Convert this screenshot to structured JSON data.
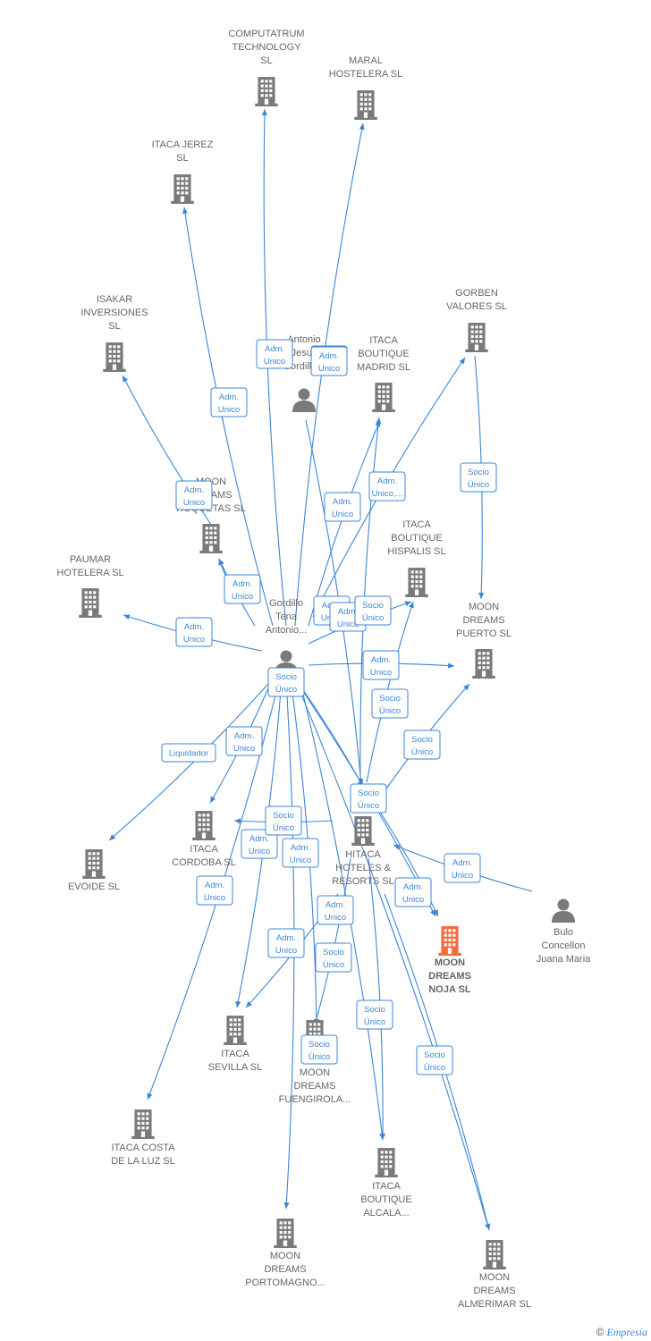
{
  "colors": {
    "company": "#7a7a7a",
    "focus": "#f26c3c",
    "person": "#7a7a7a",
    "edge": "#3d86d6"
  },
  "nodes": [
    {
      "id": "computatrum",
      "type": "company",
      "lines": [
        "COMPUTATRUM",
        "TECHNOLOGY",
        "SL"
      ]
    },
    {
      "id": "maral",
      "type": "company",
      "lines": [
        "MARAL",
        "HOSTELERA SL"
      ]
    },
    {
      "id": "itaca_jerez",
      "type": "company",
      "lines": [
        "ITACA JEREZ",
        "SL"
      ]
    },
    {
      "id": "isakar",
      "type": "company",
      "lines": [
        "ISAKAR",
        "INVERSIONES",
        "SL"
      ]
    },
    {
      "id": "antonio_top",
      "type": "person",
      "lines": [
        "Antonio",
        "Jesus",
        "Gordillo..."
      ]
    },
    {
      "id": "itaca_madrid",
      "type": "company",
      "lines": [
        "ITACA",
        "BOUTIQUE",
        "MADRID SL"
      ]
    },
    {
      "id": "gorben",
      "type": "company",
      "lines": [
        "GORBEN",
        "VALORES SL"
      ]
    },
    {
      "id": "moon_roquetas",
      "type": "company",
      "lines": [
        "MOON",
        "DREAMS",
        "ROQUETAS SL"
      ]
    },
    {
      "id": "itaca_hispalis",
      "type": "company",
      "lines": [
        "ITACA",
        "BOUTIQUE",
        "HISPALIS SL"
      ]
    },
    {
      "id": "paumar",
      "type": "company",
      "lines": [
        "PAUMAR",
        "HOTELERA SL"
      ]
    },
    {
      "id": "moon_puerto",
      "type": "company",
      "lines": [
        "MOON",
        "DREAMS",
        "PUERTO SL"
      ]
    },
    {
      "id": "gordillo",
      "type": "person",
      "lines": [
        "Gordillo",
        "Tena",
        "Antonio..."
      ]
    },
    {
      "id": "evoide",
      "type": "company",
      "lines": [
        "EVOIDE SL"
      ]
    },
    {
      "id": "itaca_cordoba",
      "type": "company",
      "lines": [
        "ITACA",
        "CORDOBA SL"
      ]
    },
    {
      "id": "hitaca",
      "type": "company",
      "lines": [
        "HITACA",
        "HOTELES &",
        "RESORTS SL"
      ]
    },
    {
      "id": "bulo",
      "type": "person",
      "lines": [
        "Bulo",
        "Concellon",
        "Juana Maria"
      ]
    },
    {
      "id": "moon_noja",
      "type": "focus",
      "lines": [
        "MOON",
        "DREAMS",
        "NOJA SL"
      ]
    },
    {
      "id": "itaca_sevilla",
      "type": "company",
      "lines": [
        "ITACA",
        "SEVILLA SL"
      ]
    },
    {
      "id": "moon_fuengirola",
      "type": "company",
      "lines": [
        "MOON",
        "DREAMS",
        "FUENGIROLA..."
      ]
    },
    {
      "id": "itaca_costa",
      "type": "company",
      "lines": [
        "ITACA COSTA",
        "DE LA LUZ SL"
      ]
    },
    {
      "id": "itaca_alcala",
      "type": "company",
      "lines": [
        "ITACA",
        "BOUTIQUE",
        "ALCALA..."
      ]
    },
    {
      "id": "moon_portomagno",
      "type": "company",
      "lines": [
        "MOON",
        "DREAMS",
        "PORTOMAGNO..."
      ]
    },
    {
      "id": "moon_almerimar",
      "type": "company",
      "lines": [
        "MOON",
        "DREAMS",
        "ALMERIMAR SL"
      ]
    }
  ],
  "relations": [
    {
      "from": "gordillo",
      "to": "computatrum",
      "lines": [
        "Adm.",
        "Unico"
      ]
    },
    {
      "from": "gordillo",
      "to": "maral",
      "lines": [
        "Adm.",
        "Unico"
      ]
    },
    {
      "from": "gordillo",
      "to": "itaca_jerez",
      "lines": [
        "Adm.",
        "Unico"
      ]
    },
    {
      "from": "gordillo",
      "to": "isakar",
      "lines": [
        "Adm.",
        "Unico"
      ]
    },
    {
      "from": "gordillo",
      "to": "itaca_madrid",
      "lines": [
        "Adm.",
        "Unico"
      ]
    },
    {
      "from": "gordillo",
      "to": "gorben",
      "lines": [
        "Adm.",
        "Unico,..."
      ]
    },
    {
      "from": "gordillo",
      "to": "moon_roquetas",
      "lines": [
        "Adm.",
        "Unico"
      ]
    },
    {
      "from": "gordillo",
      "to": "paumar",
      "lines": [
        "Adm.",
        "Unico"
      ]
    },
    {
      "from": "gordillo",
      "to": "itaca_hispalis",
      "lines": [
        "Adm.",
        "Unico"
      ]
    },
    {
      "from": "gordillo",
      "to": "moon_puerto",
      "lines": [
        "Adm.",
        "Unico"
      ]
    },
    {
      "from": "gordillo",
      "to": "hitaca",
      "lines": [
        "Socio",
        "Único"
      ]
    },
    {
      "from": "gordillo",
      "to": "evoide",
      "lines": [
        "Liquidador"
      ]
    },
    {
      "from": "gordillo",
      "to": "itaca_cordoba",
      "lines": [
        "Adm.",
        "Unico"
      ]
    },
    {
      "from": "gordillo",
      "to": "itaca_sevilla",
      "lines": [
        "Adm.",
        "Unico"
      ]
    },
    {
      "from": "gordillo",
      "to": "moon_fuengirola",
      "lines": [
        "Adm.",
        "Unico"
      ]
    },
    {
      "from": "gordillo",
      "to": "itaca_costa",
      "lines": [
        "Adm.",
        "Unico"
      ]
    },
    {
      "from": "gordillo",
      "to": "itaca_alcala",
      "lines": [
        "Adm.",
        "Unico"
      ]
    },
    {
      "from": "gordillo",
      "to": "moon_portomagno",
      "lines": [
        "Adm.",
        "Unico"
      ]
    },
    {
      "from": "gordillo",
      "to": "moon_noja",
      "lines": [
        "Adm.",
        "Unico"
      ]
    },
    {
      "from": "gordillo",
      "to": "moon_almerimar",
      "lines": [
        "Adm.",
        "Unico"
      ]
    },
    {
      "from": "gorben",
      "to": "moon_puerto",
      "lines": [
        "Socio",
        "Único"
      ]
    },
    {
      "from": "hitaca",
      "to": "itaca_madrid",
      "lines": [
        "Socio",
        "Único"
      ]
    },
    {
      "from": "hitaca",
      "to": "itaca_hispalis",
      "lines": [
        "Socio",
        "Único"
      ]
    },
    {
      "from": "hitaca",
      "to": "moon_puerto",
      "lines": [
        "Socio",
        "Único"
      ]
    },
    {
      "from": "hitaca",
      "to": "moon_noja",
      "lines": [
        "Socio",
        "Único"
      ]
    },
    {
      "from": "hitaca",
      "to": "itaca_cordoba",
      "lines": [
        "Socio",
        "Único"
      ]
    },
    {
      "from": "hitaca",
      "to": "moon_fuengirola",
      "lines": [
        "Socio",
        "Único"
      ]
    },
    {
      "from": "hitaca",
      "to": "moon_portomagno",
      "lines": [
        "Socio",
        "Único"
      ]
    },
    {
      "from": "hitaca",
      "to": "itaca_alcala",
      "lines": [
        "Socio",
        "Único"
      ]
    },
    {
      "from": "hitaca",
      "to": "moon_almerimar",
      "lines": [
        "Socio",
        "Único"
      ]
    },
    {
      "from": "antonio_top",
      "to": "hitaca",
      "lines": [
        "Adm.",
        "Unico"
      ]
    },
    {
      "from": "bulo",
      "to": "hitaca",
      "lines": [
        "Adm.",
        "Unico"
      ]
    },
    {
      "from": "gordillo",
      "to": "moon_roquetas",
      "lines": [
        "Adm.",
        "Unico"
      ]
    }
  ],
  "brand": {
    "copyright": "©",
    "name": "Empresia"
  }
}
